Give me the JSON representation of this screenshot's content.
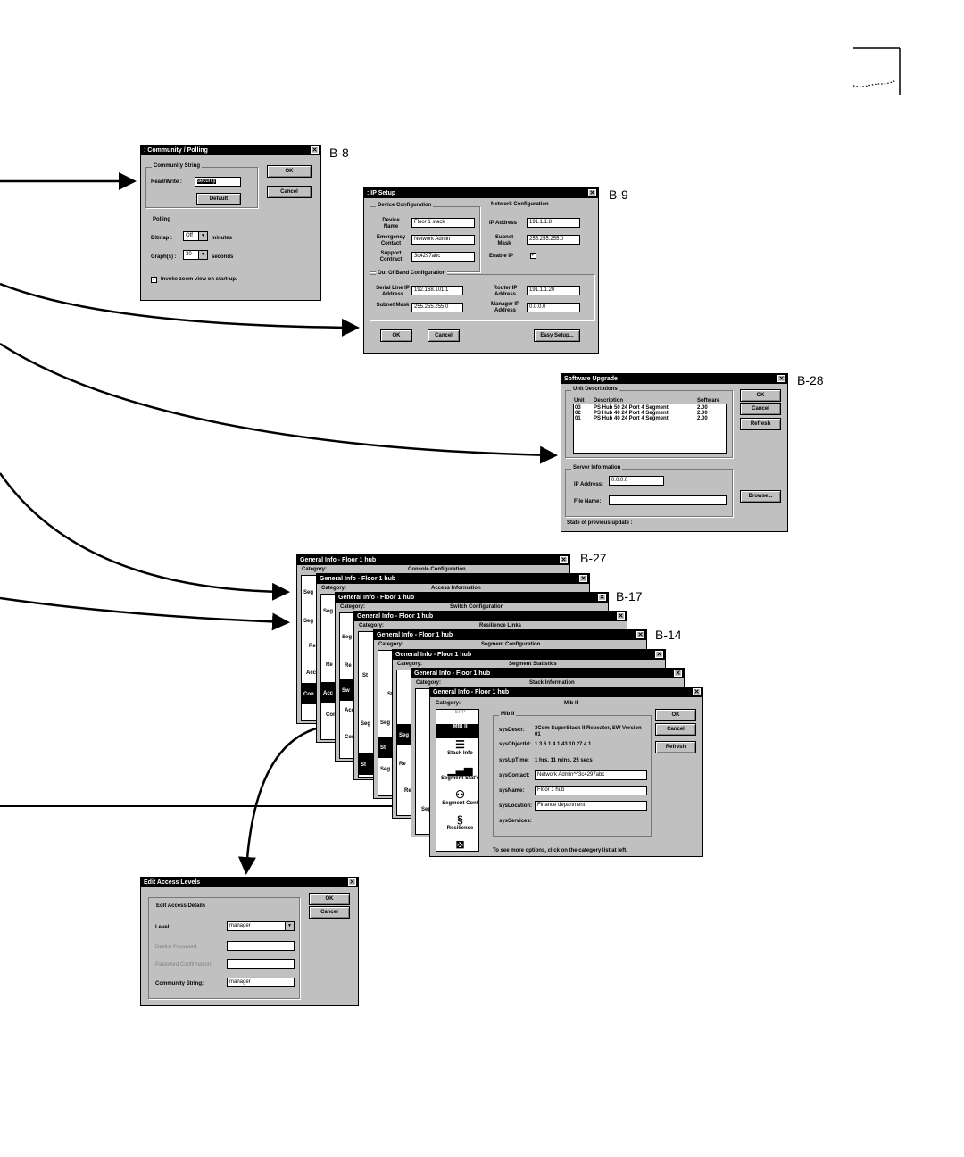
{
  "corner_mark": "",
  "refs": {
    "b8": "B-8",
    "b9": "B-9",
    "b28": "B-28",
    "b27": "B-27",
    "b17": "B-17",
    "b14": "B-14"
  },
  "community": {
    "title": ": Community / Polling",
    "group_community": "Community String",
    "readwrite_label": "Read/Write :",
    "readwrite_value": "security",
    "default_btn": "Default",
    "ok_btn": "OK",
    "cancel_btn": "Cancel",
    "group_polling": "Polling",
    "bitmap_label": "Bitmap :",
    "bitmap_value": "Off",
    "bitmap_unit": "minutes",
    "graph_label": "Graph(s) :",
    "graph_value": "30",
    "graph_unit": "seconds",
    "zoom_label": "Invoke zoom view on start-up."
  },
  "ipsetup": {
    "title": ": IP Setup",
    "group_device": "Device Configuration",
    "device_name_label": "Device Name",
    "device_name_value": "Floor 1 stack",
    "emergency_label": "Emergency Contact",
    "emergency_value": "Network Admin",
    "support_label": "Support Contract",
    "support_value": "3c4297abc",
    "group_network": "Network Configuration",
    "ip_label": "IP Address",
    "ip_value": "191.1.1.8",
    "subnet_label": "Subnet Mask",
    "subnet_value": "255.255.255.0",
    "enable_ip_label": "Enable IP",
    "group_oob": "Out Of Band Configuration",
    "serial_ip_label": "Serial Line IP Address",
    "serial_ip_value": "192.168.101.1",
    "oob_subnet_label": "Subnet Mask",
    "oob_subnet_value": "255.255.255.0",
    "router_label": "Router IP Address",
    "router_value": "191.1.1.20",
    "manager_label": "Manager IP Address",
    "manager_value": "0.0.0.0",
    "ok_btn": "OK",
    "cancel_btn": "Cancel",
    "easy_btn": "Easy Setup..."
  },
  "upgrade": {
    "title": "Software Upgrade",
    "group_units": "Unit Descriptions",
    "col_unit": "Unit",
    "col_desc": "Description",
    "col_sw": "Software",
    "rows": [
      {
        "unit": "03",
        "desc": "PS Hub 50 24  Port 4 Segment",
        "sw": "2.00"
      },
      {
        "unit": "02",
        "desc": "PS Hub 40 24  Port 4 Segment",
        "sw": "2.00"
      },
      {
        "unit": "01",
        "desc": "PS Hub 40 24  Port 4 Segment",
        "sw": "2.00"
      }
    ],
    "ok_btn": "OK",
    "cancel_btn": "Cancel",
    "refresh_btn": "Refresh",
    "group_server": "Server Information",
    "ip_label": "IP Address:",
    "ip_value": "0.0.0.0",
    "file_label": "File Name:",
    "file_value": "",
    "browse_btn": "Browse...",
    "state_label": "State of previous update :"
  },
  "stack": {
    "title": "General Info - Floor 1 hub",
    "category_label": "Category:",
    "panels": [
      "Console Configuration",
      "Access Information",
      "Switch Configuration",
      "Resilience Links",
      "Segment Configuration",
      "Segment Statistics",
      "Stack Information"
    ],
    "side_labels": [
      "Seg",
      "Seg",
      "Seg",
      "Seg",
      "St",
      "St",
      "Seg",
      "Seg",
      "Acc",
      "Acc",
      "Con",
      "Con",
      "Sw",
      "Re",
      "Re",
      "Re",
      "St",
      "St",
      "Seg",
      "Seg",
      "Re",
      "Re",
      "Seg"
    ]
  },
  "general": {
    "title": "General Info - Floor 1 hub",
    "category_label": "Category:",
    "panel_title": "Mib II",
    "group_label": "Mib II",
    "cat_items": [
      "SPP",
      "MIB II",
      "Stack Info",
      "Segment Stat's",
      "Segment Conf",
      "Resilience"
    ],
    "sysdescr_label": "sysDescr:",
    "sysdescr_value": "3Com SuperStack II Repeater, SW Version 01",
    "sysobjid_label": "sysObjectId:",
    "sysobjid_value": "1.3.6.1.4.1.43.10.27.4.1",
    "sysuptime_label": "sysUpTime:",
    "sysuptime_value": "1 hrs, 11 mins, 25 secs",
    "syscontact_label": "sysContact:",
    "syscontact_value": "Network Admin^^3c4297abc",
    "sysname_label": "sysName:",
    "sysname_value": "Floor 1 hub",
    "syslocation_label": "sysLocation:",
    "syslocation_value": "Finance department",
    "sysservices_label": "sysServices:",
    "ok_btn": "OK",
    "cancel_btn": "Cancel",
    "refresh_btn": "Refresh",
    "hint": "To see more options, click on the category list at left."
  },
  "access": {
    "title": "Edit Access Levels",
    "group_label": "Edit Access Details",
    "level_label": "Level:",
    "level_value": "manager",
    "device_pw_label": "Device Password:",
    "pw_confirm_label": "Password Confirmation:",
    "community_label": "Community String:",
    "community_value": "manager",
    "ok_btn": "OK",
    "cancel_btn": "Cancel"
  }
}
